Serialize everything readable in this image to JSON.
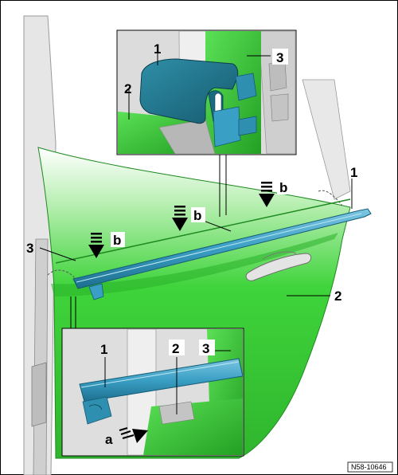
{
  "labels": {
    "one": "1",
    "two": "2",
    "three": "3",
    "a": "a",
    "b": "b"
  },
  "reference_code": "N58-10646",
  "colors": {
    "door_green": "#3fd43b",
    "door_green_dark": "#27a22a",
    "strip_blue": "#3a9fc4",
    "strip_blue_dark": "#1d6f8f",
    "frame_gray": "#d9d9d9",
    "outline": "#000000"
  }
}
